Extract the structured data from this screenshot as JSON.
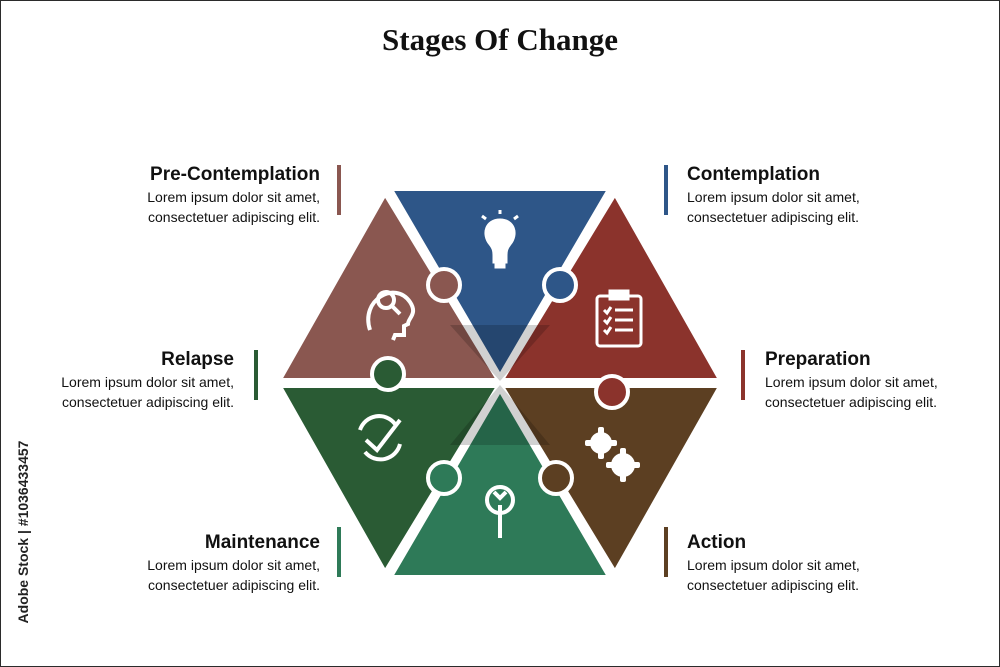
{
  "title": "Stages Of Change",
  "stages": [
    {
      "key": "pre_contemplation",
      "heading": "Pre-Contemplation",
      "line1": "Lorem ipsum dolor sit amet,",
      "line2": "consectetuer adipiscing elit.",
      "color": "#8a5750",
      "icon": "head-search-icon"
    },
    {
      "key": "contemplation",
      "heading": "Contemplation",
      "line1": "Lorem ipsum dolor sit amet,",
      "line2": "consectetuer adipiscing elit.",
      "color": "#2e5688",
      "icon": "light-bulb-icon"
    },
    {
      "key": "preparation",
      "heading": "Preparation",
      "line1": "Lorem ipsum dolor sit amet,",
      "line2": "consectetuer adipiscing elit.",
      "color": "#8b332c",
      "icon": "clipboard-checklist-icon"
    },
    {
      "key": "action",
      "heading": "Action",
      "line1": "Lorem ipsum dolor sit amet,",
      "line2": "consectetuer adipiscing elit.",
      "color": "#5c3f22",
      "icon": "gears-icon"
    },
    {
      "key": "maintenance",
      "heading": "Maintenance",
      "line1": "Lorem ipsum dolor sit amet,",
      "line2": "consectetuer adipiscing elit.",
      "color": "#2e7a58",
      "icon": "wrench-gear-icon"
    },
    {
      "key": "relapse",
      "heading": "Relapse",
      "line1": "Lorem ipsum dolor sit amet,",
      "line2": "consectetuer adipiscing elit.",
      "color": "#2a5b34",
      "icon": "cycle-check-icon"
    }
  ],
  "watermark_side_text": "Adobe Stock | #1036433457"
}
